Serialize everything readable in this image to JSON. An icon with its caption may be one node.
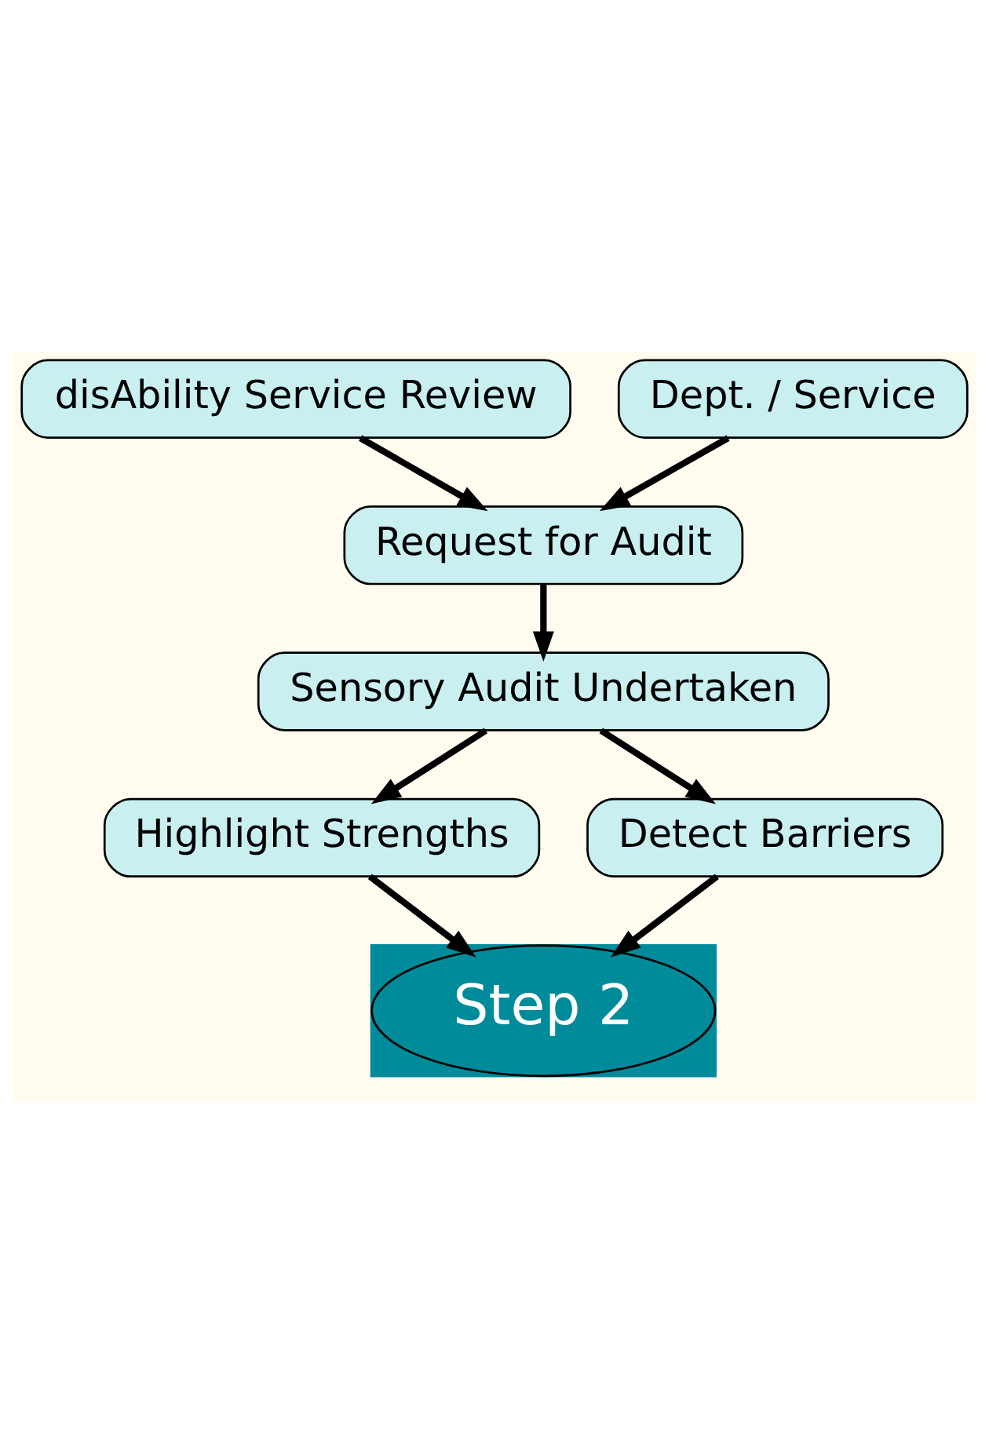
{
  "diagram": {
    "nodes": [
      {
        "text": [
          "disAbility Service Review"
        ]
      },
      {
        "text": [
          "Dept. / Service"
        ]
      },
      {
        "text": [
          "Request for Audit"
        ]
      },
      {
        "text": [
          "Sensory Audit Undertaken"
        ]
      },
      {
        "text": [
          "Highlight Strengths"
        ]
      },
      {
        "text": [
          "Detect Barriers"
        ]
      },
      {
        "text": [],
        "shape": "box"
      },
      {
        "text": [
          "Step 2"
        ],
        "in": 6
      }
    ],
    "edges": [
      {
        "from": 0,
        "to": 2,
        "arrow": "to"
      },
      {
        "from": 1,
        "to": 2,
        "arrow": "to"
      },
      {
        "from": 2,
        "to": 3,
        "arrow": "to"
      },
      {
        "from": 3,
        "to": 4,
        "arrow": "to"
      },
      {
        "from": 3,
        "to": 5,
        "arrow": "to"
      },
      {
        "from": 4,
        "to": 7,
        "arrow": "to"
      },
      {
        "from": 5,
        "to": 7,
        "arrow": "to"
      }
    ]
  }
}
